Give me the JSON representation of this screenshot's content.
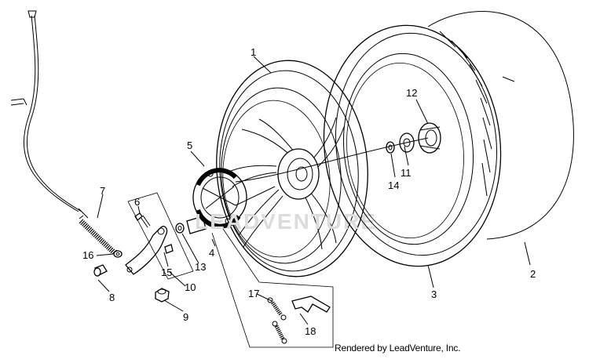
{
  "diagram": {
    "callouts": [
      "1",
      "2",
      "3",
      "4",
      "5",
      "6",
      "7",
      "8",
      "9",
      "10",
      "11",
      "12",
      "13",
      "14",
      "15",
      "16",
      "17",
      "18"
    ],
    "watermark": "LEADVENTURE",
    "credit": "Rendered by LeadVenture, Inc."
  }
}
